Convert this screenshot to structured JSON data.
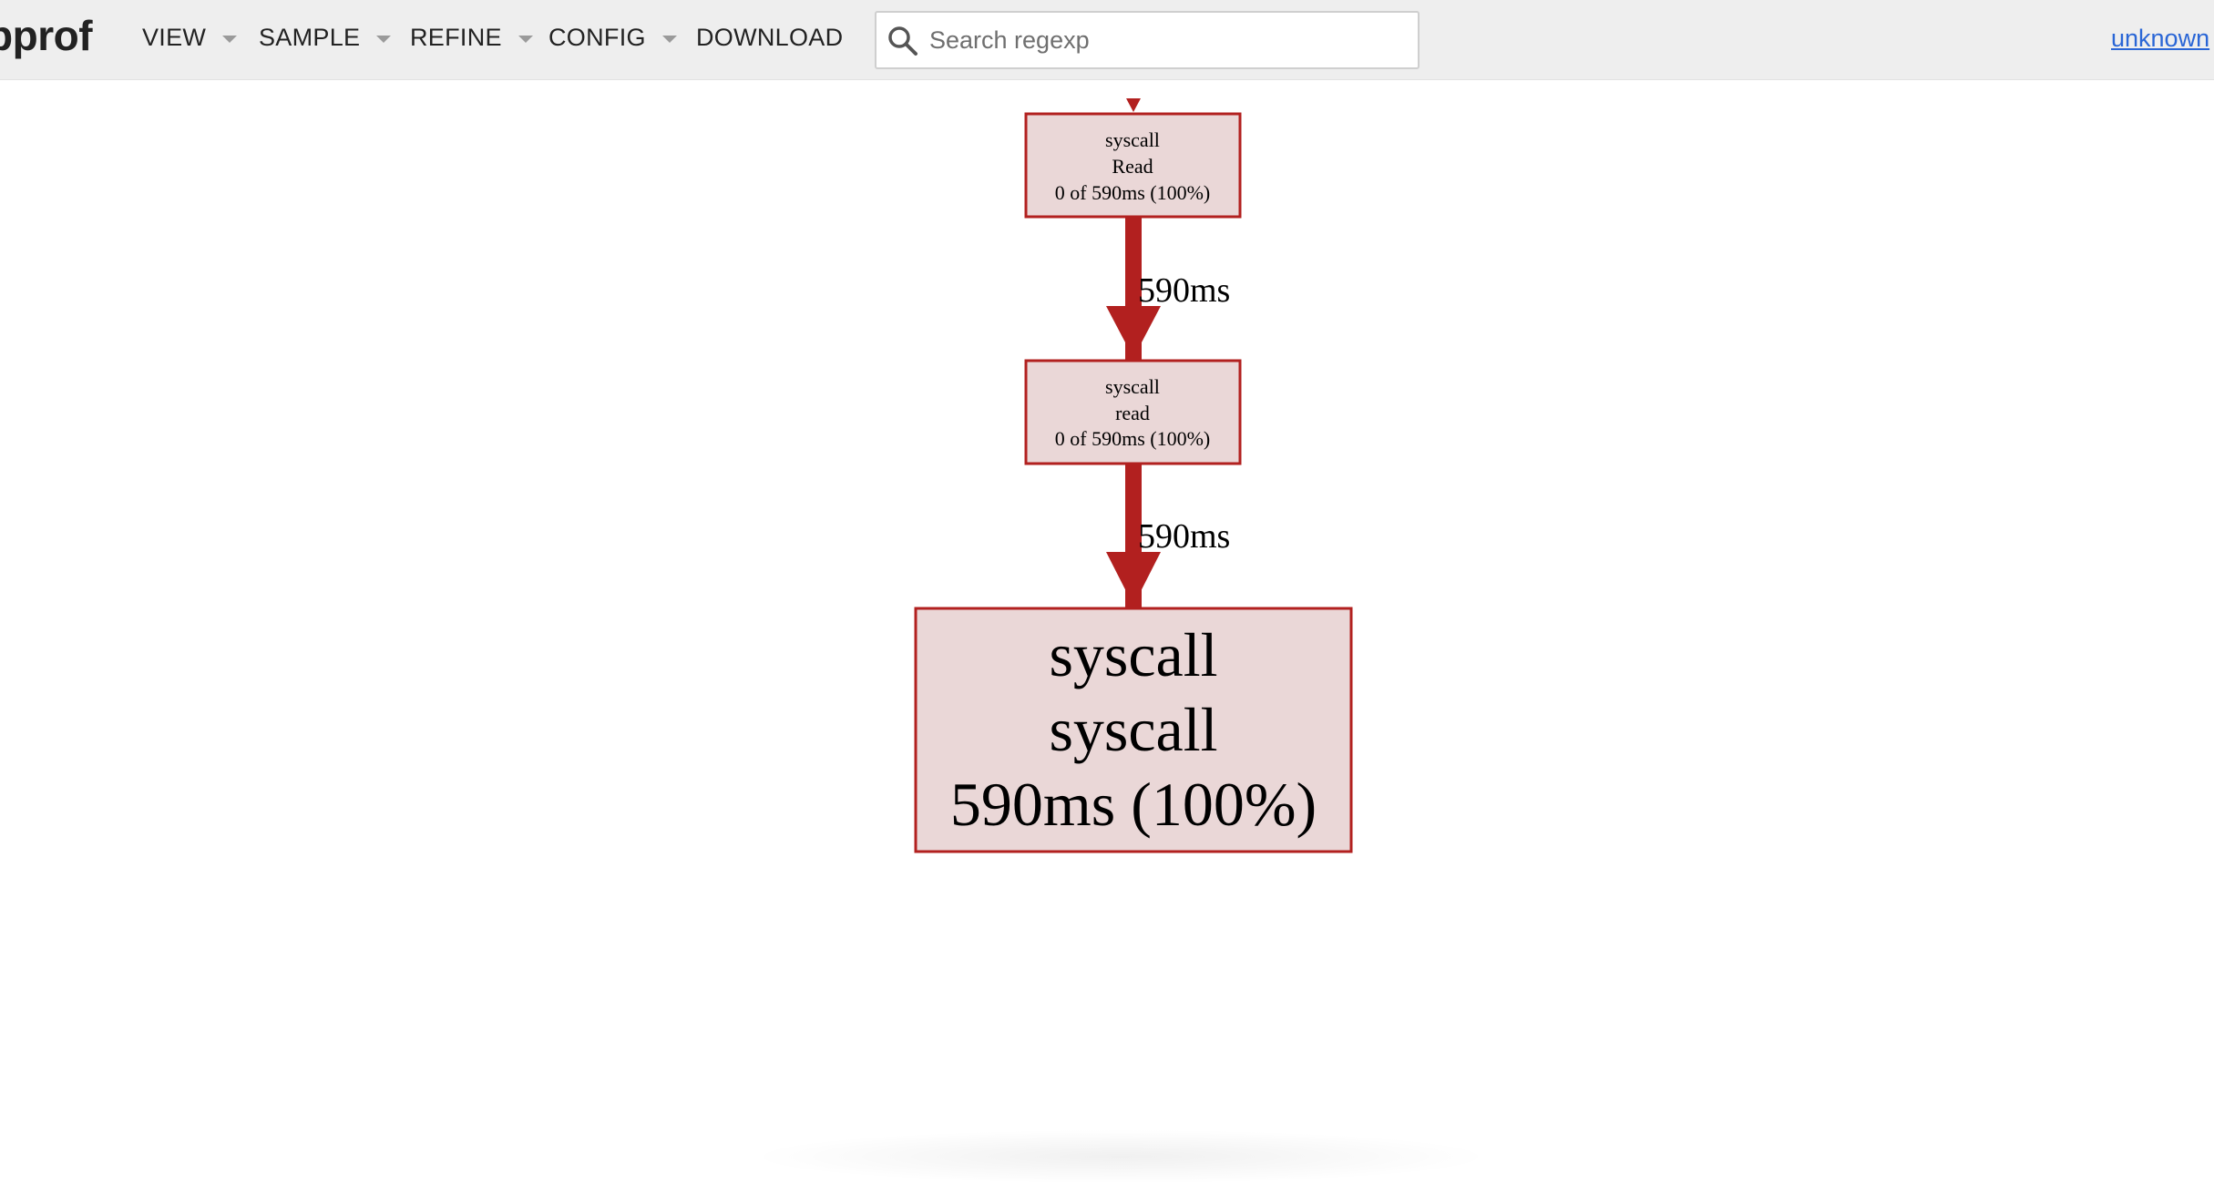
{
  "header": {
    "brand": "pprof",
    "menus": [
      {
        "label": "VIEW"
      },
      {
        "label": "SAMPLE"
      },
      {
        "label": "REFINE"
      },
      {
        "label": "CONFIG"
      },
      {
        "label": "DOWNLOAD"
      }
    ],
    "search": {
      "placeholder": "Search regexp",
      "value": ""
    },
    "profile_link": "unknown"
  },
  "graph": {
    "nodes": [
      {
        "package": "syscall",
        "function": "Read",
        "stats": "0 of 590ms (100%)"
      },
      {
        "package": "syscall",
        "function": "read",
        "stats": "0 of 590ms (100%)"
      },
      {
        "package": "syscall",
        "function": "syscall",
        "stats": "590ms (100%)"
      }
    ],
    "edges": [
      {
        "label": "590ms"
      },
      {
        "label": "590ms"
      }
    ],
    "colors": {
      "node_fill": "#ead7d7",
      "node_border": "#b2201f",
      "edge": "#b2201f"
    }
  }
}
